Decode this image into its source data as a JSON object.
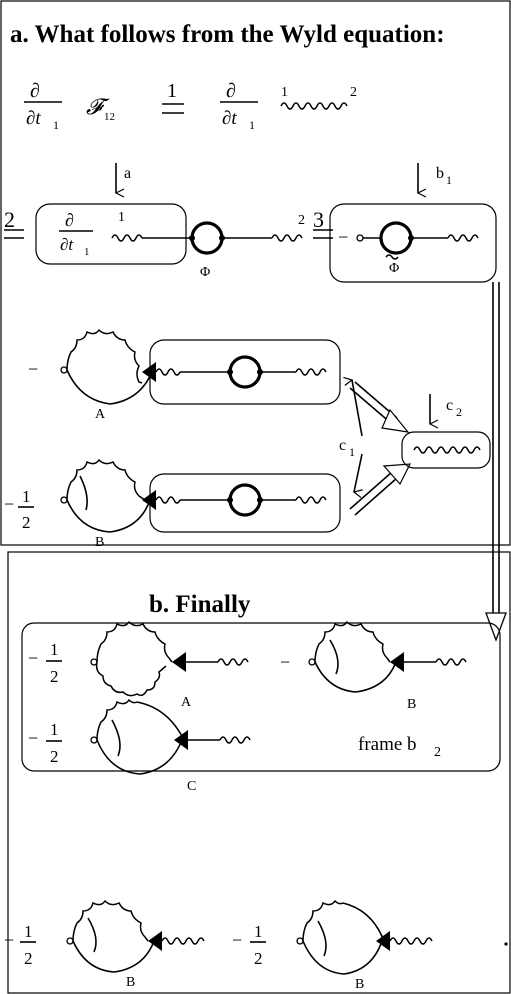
{
  "section_a": {
    "title": "a. What follows from the Wyld equation:",
    "eq_label_1": "1",
    "eq_label_2": "2",
    "eq_label_3": "3",
    "arrow_a": "a",
    "arrow_b1": "b",
    "arrow_b1_sub": "1",
    "arrow_c1": "c",
    "arrow_c1_sub": "1",
    "arrow_c2": "c",
    "arrow_c2_sub": "2",
    "phi": "Φ",
    "phi_tilde": "Φ",
    "script_f": "𝓕",
    "f_sub": "12",
    "deriv_num": "∂",
    "deriv_den": "∂t",
    "deriv_den_sub": "1",
    "end1": "1",
    "end2": "2",
    "minus": "−",
    "half_num": "1",
    "half_den": "2",
    "letter_a": "A",
    "letter_b": "B"
  },
  "section_b": {
    "title": "b. Finally",
    "frame_label": "frame b",
    "frame_sub": "2",
    "minus": "−",
    "half_num": "1",
    "half_den": "2",
    "letter_a": "A",
    "letter_b": "B",
    "letter_c": "C"
  }
}
